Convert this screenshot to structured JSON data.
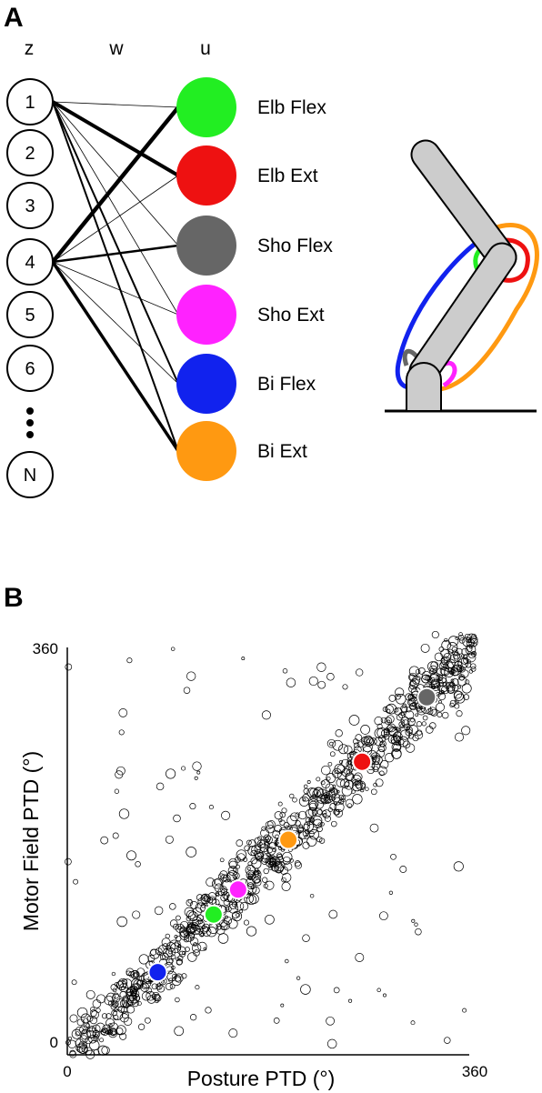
{
  "panel_a": {
    "label": "A",
    "headers": {
      "z": "z",
      "w": "w",
      "u": "u"
    },
    "z_nodes": [
      "1",
      "2",
      "3",
      "4",
      "5",
      "6",
      "N"
    ],
    "muscles": [
      {
        "key": "elb_flex",
        "label": "Elb Flex",
        "color": "#22ee22"
      },
      {
        "key": "elb_ext",
        "label": "Elb Ext",
        "color": "#ee1111"
      },
      {
        "key": "sho_flex",
        "label": "Sho Flex",
        "color": "#666666"
      },
      {
        "key": "sho_ext",
        "label": "Sho Ext",
        "color": "#ff22ff"
      },
      {
        "key": "bi_flex",
        "label": "Bi Flex",
        "color": "#1122ee"
      },
      {
        "key": "bi_ext",
        "label": "Bi Ext",
        "color": "#ff9911"
      }
    ],
    "arm_color": "#cccccc"
  },
  "panel_b": {
    "label": "B",
    "chart_data": {
      "type": "scatter",
      "xlabel": "Posture PTD (°)",
      "ylabel": "Motor Field PTD (°)",
      "xlim": [
        0,
        360
      ],
      "ylim": [
        0,
        360
      ],
      "x_tick_labels": [
        "0",
        "360"
      ],
      "y_tick_labels": [
        "0",
        "360"
      ],
      "cloud": {
        "description_slope": 1,
        "marker": "open-circle",
        "n_points": 1100
      },
      "highlighted_points": [
        {
          "name": "Bi Flex",
          "color": "#1122ee",
          "x": 81,
          "y": 73
        },
        {
          "name": "Elb Flex",
          "color": "#22ee22",
          "x": 131,
          "y": 124
        },
        {
          "name": "Sho Ext",
          "color": "#ff22ff",
          "x": 153,
          "y": 146
        },
        {
          "name": "Bi Ext",
          "color": "#ff9911",
          "x": 198,
          "y": 190
        },
        {
          "name": "Elb Ext",
          "color": "#ee1111",
          "x": 264,
          "y": 259
        },
        {
          "name": "Sho Flex",
          "color": "#666666",
          "x": 322,
          "y": 316
        }
      ]
    }
  }
}
